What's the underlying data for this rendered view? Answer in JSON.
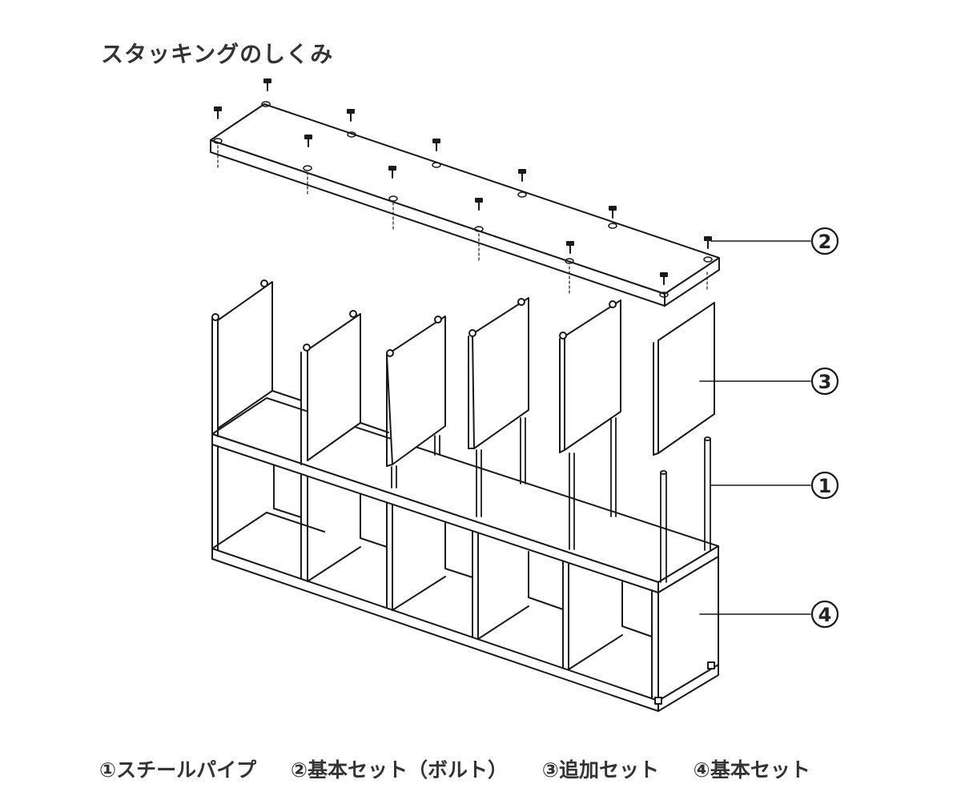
{
  "title": "スタッキングのしくみ",
  "callouts": {
    "c1": "①",
    "c2": "②",
    "c3": "③",
    "c4": "④"
  },
  "legend": [
    "①スチールパイプ",
    "②基本セット（ボルト）",
    "③追加セット",
    "④基本セット"
  ]
}
